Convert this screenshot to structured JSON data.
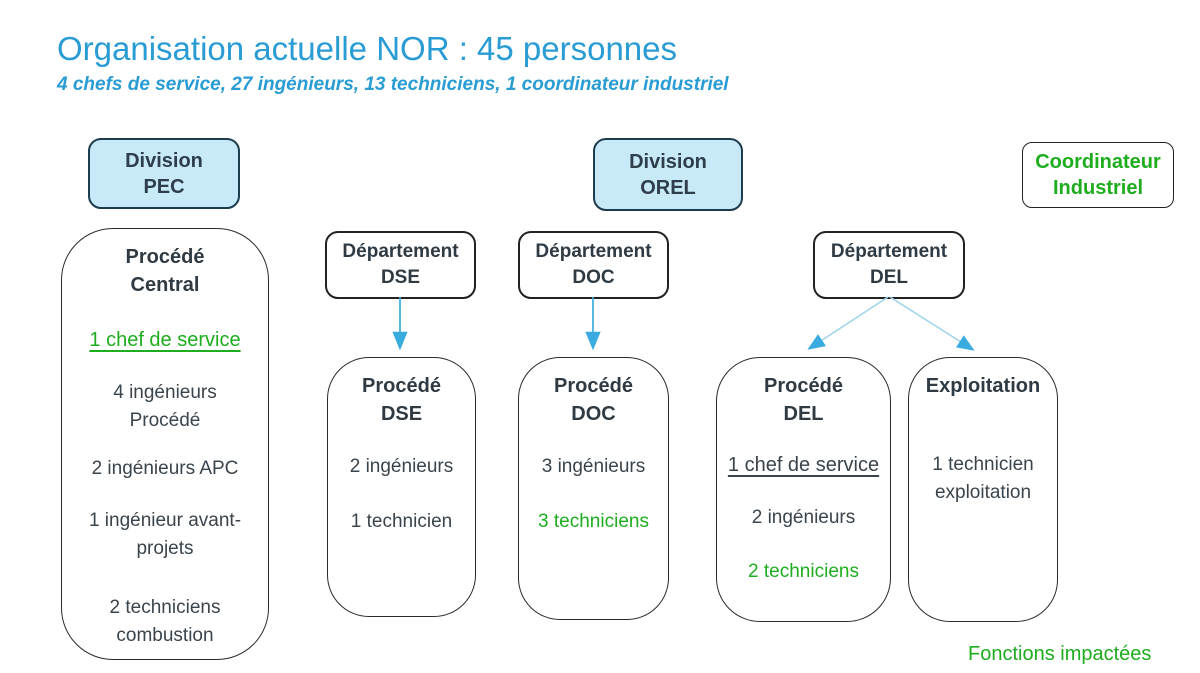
{
  "colors": {
    "accent_blue": "#299cd4",
    "green": "#1ead1e",
    "arrow_blue": "#3aabdf",
    "division_fill": "#c7e9f8"
  },
  "header": {
    "title": "Organisation actuelle NOR : 45 personnes",
    "subtitle": "4 chefs de service, 27 ingénieurs, 13 techniciens, 1 coordinateur industriel"
  },
  "top": {
    "division_pec": {
      "line1": "Division",
      "line2": "PEC"
    },
    "division_orel": {
      "line1": "Division",
      "line2": "OREL"
    },
    "coordinator": {
      "line1": "Coordinateur",
      "line2": "Industriel"
    }
  },
  "departments": {
    "dse": {
      "line1": "Département",
      "line2": "DSE"
    },
    "doc": {
      "line1": "Département",
      "line2": "DOC"
    },
    "del": {
      "line1": "Département",
      "line2": "DEL"
    }
  },
  "units": {
    "central": {
      "title1": "Procédé",
      "title2": "Central",
      "chef": "1 chef de service",
      "r2a": "4 ingénieurs",
      "r2b": "Procédé",
      "r3": "2 ingénieurs APC",
      "r4a": "1 ingénieur avant-",
      "r4b": "projets",
      "r5a": "2 techniciens",
      "r5b": "combustion"
    },
    "dse": {
      "title1": "Procédé",
      "title2": "DSE",
      "r1": "2 ingénieurs",
      "r2": "1 technicien"
    },
    "doc": {
      "title1": "Procédé",
      "title2": "DOC",
      "r1": "3 ingénieurs",
      "r2": "3 techniciens"
    },
    "del": {
      "title1": "Procédé",
      "title2": "DEL",
      "chef": "1 chef de service",
      "r1": "2 ingénieurs",
      "r2": "2 techniciens"
    },
    "exploitation": {
      "title": "Exploitation",
      "r1a": "1 technicien",
      "r1b": "exploitation"
    }
  },
  "footer": {
    "note": "Fonctions impactées"
  }
}
